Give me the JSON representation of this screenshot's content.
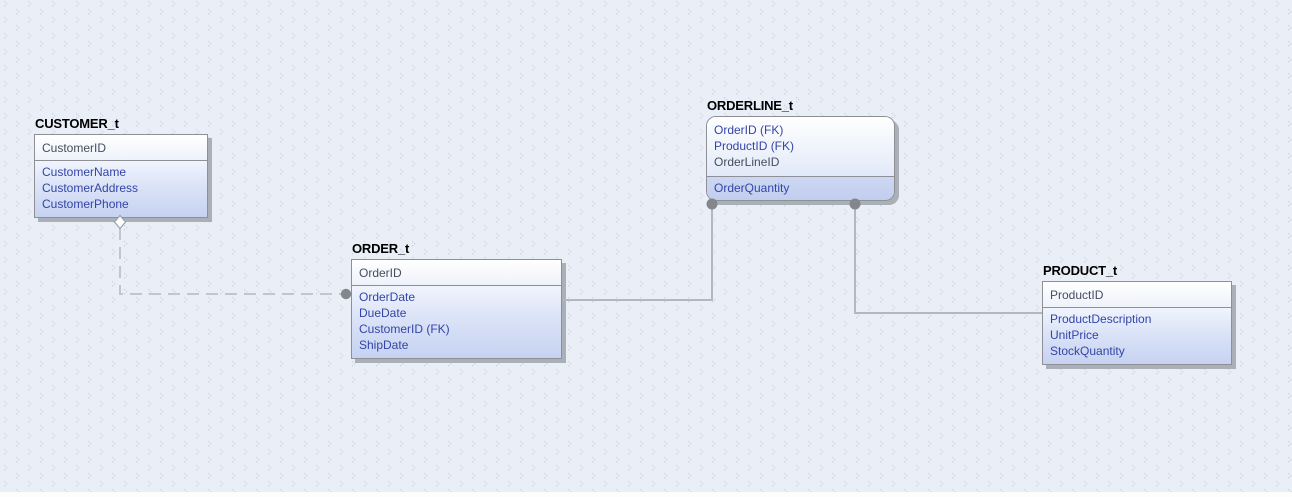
{
  "diagram": {
    "type": "entity-relationship-diagram",
    "notation": "IDEF1X"
  },
  "entities": {
    "customer": {
      "title": "CUSTOMER_t",
      "pk": [
        "CustomerID"
      ],
      "attrs": [
        "CustomerName",
        "CustomerAddress",
        "CustomerPhone"
      ]
    },
    "order": {
      "title": "ORDER_t",
      "pk": [
        "OrderID"
      ],
      "attrs": [
        "OrderDate",
        "DueDate",
        "CustomerID (FK)",
        "ShipDate"
      ]
    },
    "orderline": {
      "title": "ORDERLINE_t",
      "pk": [
        "OrderID (FK)",
        "ProductID (FK)",
        "OrderLineID"
      ],
      "attrs": [
        "OrderQuantity"
      ]
    },
    "product": {
      "title": "PRODUCT_t",
      "pk": [
        "ProductID"
      ],
      "attrs": [
        "ProductDescription",
        "UnitPrice",
        "StockQuantity"
      ]
    }
  },
  "relationships": [
    {
      "from": "CUSTOMER_t",
      "to": "ORDER_t",
      "style": "dashed",
      "from_end": "hollow-diamond",
      "to_end": "filled-circle",
      "type": "non-identifying optional"
    },
    {
      "from": "ORDERLINE_t",
      "to": "ORDER_t",
      "style": "solid",
      "from_end": "filled-circle",
      "to_end": "none",
      "type": "identifying"
    },
    {
      "from": "ORDERLINE_t",
      "to": "PRODUCT_t",
      "style": "solid",
      "from_end": "filled-circle",
      "to_end": "none",
      "type": "identifying"
    }
  ],
  "colors": {
    "background": "#e9eef7",
    "pattern_dot": "#c8d3e8",
    "entity_border": "#8e9096",
    "entity_shadow": "#aab0b8",
    "pk_text": "#474c60",
    "attr_text": "#3345a8",
    "title_text": "#000000",
    "body_gradient_top": "#f0f4fd",
    "body_gradient_bottom": "#c6d2f1",
    "line_solid": "#b4b8be",
    "line_dashed": "#c2c6cc",
    "connector_dot": "#83868b",
    "diamond_fill": "#fdfdfd"
  }
}
